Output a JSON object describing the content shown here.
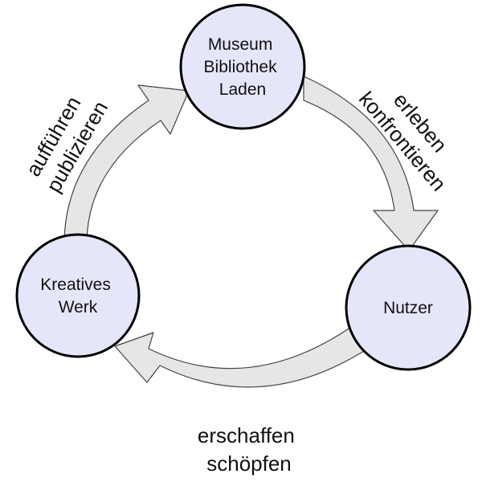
{
  "nodes": {
    "top": {
      "lines": [
        "Museum",
        "Bibliothek",
        "Laden"
      ]
    },
    "right": {
      "lines": [
        "Nutzer"
      ]
    },
    "left": {
      "lines": [
        "Kreatives",
        "Werk"
      ]
    }
  },
  "edges": {
    "top_to_right": {
      "lines": [
        "erleben",
        "konfrontieren"
      ]
    },
    "right_to_left": {
      "lines": [
        "erschaffen",
        "schöpfen"
      ]
    },
    "left_to_top": {
      "lines": [
        "aufführen",
        "publizieren"
      ]
    }
  },
  "colors": {
    "node_fill": "#E6E6FA",
    "node_stroke": "#000000",
    "arrow_fill": "#E6E6E6",
    "arrow_stroke": "#444444"
  }
}
